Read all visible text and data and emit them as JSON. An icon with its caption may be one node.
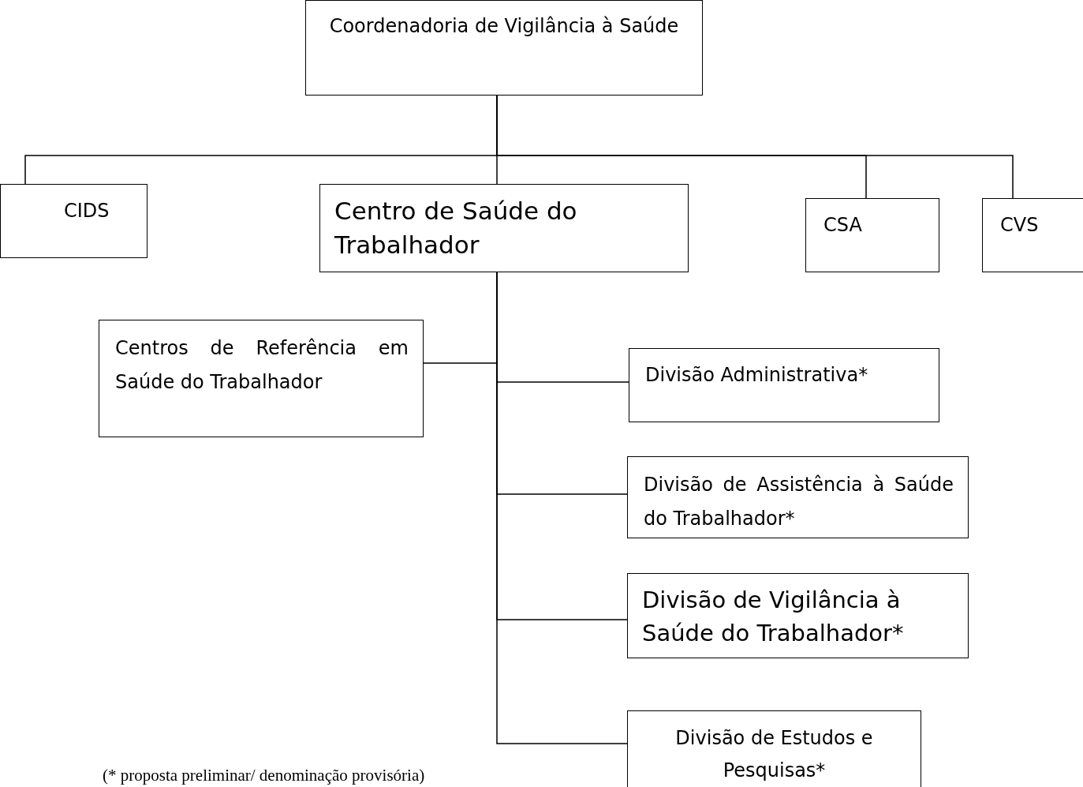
{
  "diagram": {
    "nodes": [
      {
        "text": [
          "Coordenadoria de Vigilância à Saúde"
        ]
      },
      {
        "text": [
          "CIDS"
        ]
      },
      {
        "text": [
          "Centro de Saúde do Trabalhador"
        ]
      },
      {
        "text": [
          "CSA"
        ]
      },
      {
        "text": [
          "CVS"
        ]
      },
      {
        "text": [
          "Centros de Referência em Saúde do Trabalhador"
        ]
      },
      {
        "text": [
          "Divisão Administrativa*"
        ]
      },
      {
        "text": [
          "Divisão de Assistência à Saúde do Trabalhador*"
        ]
      },
      {
        "text": [
          "Divisão de Vigilância à Saúde do Trabalhador*"
        ]
      },
      {
        "text": [
          "Divisão de Estudos e Pesquisas*"
        ]
      }
    ],
    "edges": [
      {
        "from": 0,
        "to": 1,
        "arrow": "none"
      },
      {
        "from": 0,
        "to": 2,
        "arrow": "none"
      },
      {
        "from": 0,
        "to": 3,
        "arrow": "none"
      },
      {
        "from": 0,
        "to": 4,
        "arrow": "none"
      },
      {
        "from": 2,
        "to": 5,
        "arrow": "none"
      },
      {
        "from": 2,
        "to": 6,
        "arrow": "none"
      },
      {
        "from": 2,
        "to": 7,
        "arrow": "none"
      },
      {
        "from": 2,
        "to": 8,
        "arrow": "none"
      },
      {
        "from": 2,
        "to": 9,
        "arrow": "none"
      }
    ],
    "labels": [
      "(* proposta preliminar/ denominação provisória)"
    ]
  }
}
